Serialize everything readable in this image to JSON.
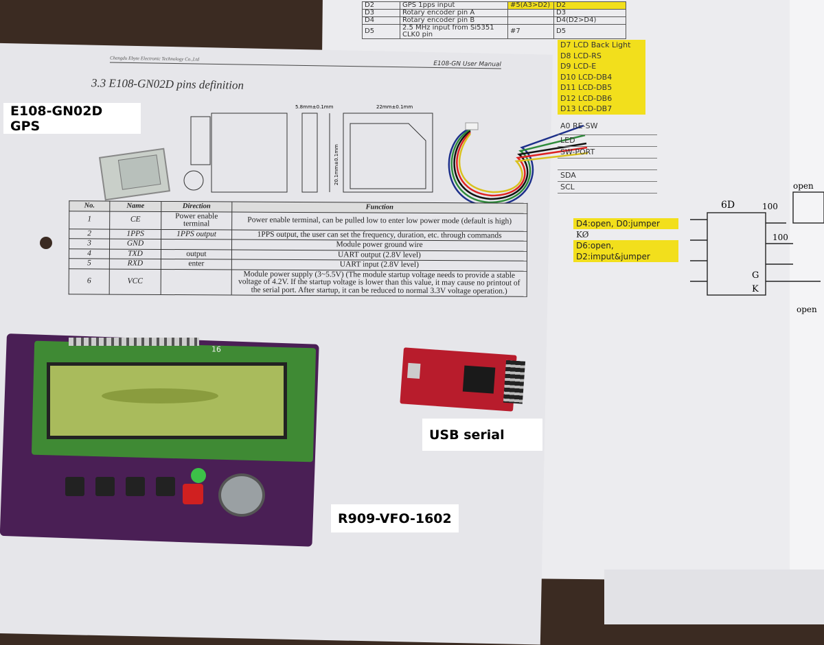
{
  "labels": {
    "gps": "E108-GN02D GPS",
    "usb": "USB serial",
    "vfo": "R909-VFO-1602"
  },
  "manual": {
    "company": "Chengdu Ebyte Electronic Technology Co.,Ltd",
    "header_title": "E108-GN User Manual",
    "section_title": "3.3 E108-GN02D pins definition",
    "dim_1": "5.8mm±0.1mm",
    "dim_2": "22mm±0.1mm",
    "dim_3": "20.1mm±0.1mm",
    "table": {
      "headers": [
        "No.",
        "Name",
        "Direction",
        "Function"
      ],
      "rows": [
        [
          "1",
          "CE",
          "Power enable terminal",
          "Power enable terminal, can be pulled low to enter low power mode (default is high)"
        ],
        [
          "2",
          "1PPS",
          "1PPS output",
          "1PPS output, the user can set the frequency, duration, etc. through commands"
        ],
        [
          "3",
          "GND",
          "",
          "Module power ground wire"
        ],
        [
          "4",
          "TXD",
          "output",
          "UART output (2.8V level)"
        ],
        [
          "5",
          "RXD",
          "enter",
          "UART input (2.8V level)"
        ],
        [
          "6",
          "VCC",
          "",
          "Module power supply (3~5.5V) (The module startup voltage needs to provide a stable voltage of 4.2V. If the startup voltage is lower than this value, it may cause no printout of the serial port. After startup, it can be reduced to normal 3.3V voltage operation.)"
        ]
      ]
    }
  },
  "pin_sheet": {
    "rows": [
      [
        "D2",
        "GPS 1pps input",
        "#5(A3>D2)",
        "D2"
      ],
      [
        "D3",
        "Rotary encoder pin A",
        "",
        "D3"
      ],
      [
        "D4",
        "Rotary encoder pin B",
        "",
        "D4(D2>D4)"
      ],
      [
        "D5",
        "2.5 MHz input from Si5351 CLK0 pin",
        "#7",
        "D5"
      ]
    ],
    "yellow_items": [
      "D7 LCD Back Light",
      "D8 LCD-RS",
      "D9 LCD-E",
      "D10 LCD-DB4",
      "D11 LCD-DB5",
      "D12 LCD-DB6",
      "D13 LCD-DB7"
    ],
    "plain_items": [
      "A0 RE-SW",
      "LED",
      "SW-PORT",
      "",
      "SDA",
      "SCL"
    ],
    "notes": [
      "D4:open, D0:jumper",
      "KØ",
      "D6:open,",
      "D2:imput&jumper"
    ],
    "handwriting": [
      "6D",
      "100",
      "100",
      "open",
      "G",
      "K",
      "open"
    ]
  },
  "lcd_pin_label": "16",
  "colors": {
    "highlight": "#f2df1c",
    "pcb": "#4a1f55",
    "lcd_bezel": "#3f8a34",
    "usb_board": "#b81c2c"
  }
}
